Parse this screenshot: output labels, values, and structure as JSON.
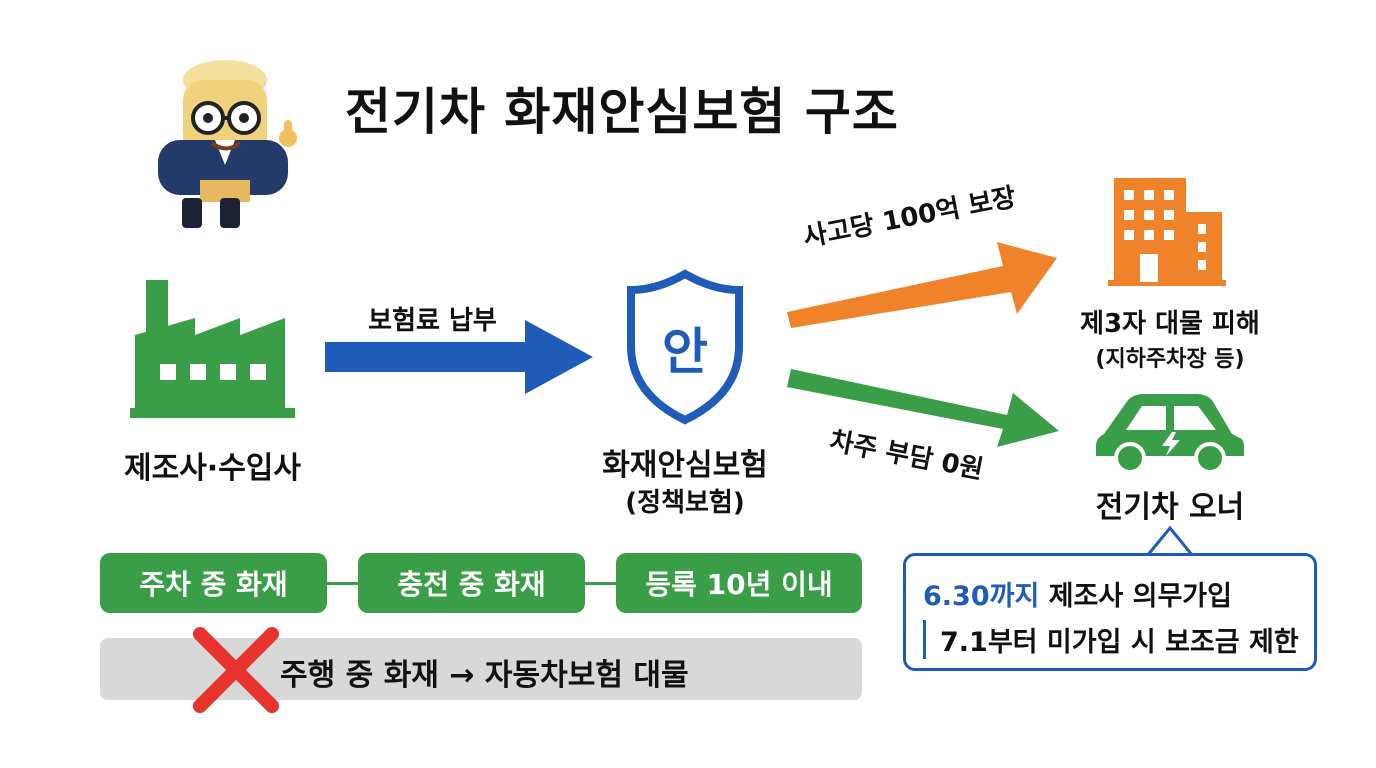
{
  "title": "전기차 화재안심보험 구조",
  "nodes": {
    "manufacturer": {
      "label": "제조사·수입사"
    },
    "insurance": {
      "label": "화재안심보험",
      "sublabel": "(정책보험)",
      "badge": "안"
    },
    "third_party": {
      "label": "제3자 대물 피해",
      "sublabel": "(지하주차장 등)"
    },
    "ev_owner": {
      "label": "전기차 오너"
    }
  },
  "arrows": {
    "premium": "보험료 납부",
    "coverage": "사고당 100억 보장",
    "owner_cost": "차주 부담 0원"
  },
  "covered_cases": [
    "주차 중 화재",
    "충전 중 화재",
    "등록 10년 이내"
  ],
  "excluded": "주행 중 화재 → 자동차보험 대물",
  "note": {
    "line1_highlight": "6.30까지",
    "line1_rest": " 제조사 의무가입",
    "line2": "7.1부터 미가입 시 보조금 제한"
  },
  "colors": {
    "green": "#3a9e48",
    "blue": "#1f5bb8",
    "orange": "#f0832a",
    "red": "#e8322e",
    "grey": "#d8d8d8"
  },
  "icons": [
    "mascot-icon",
    "factory-icon",
    "shield-icon",
    "building-icon",
    "car-icon",
    "x-mark-icon"
  ]
}
